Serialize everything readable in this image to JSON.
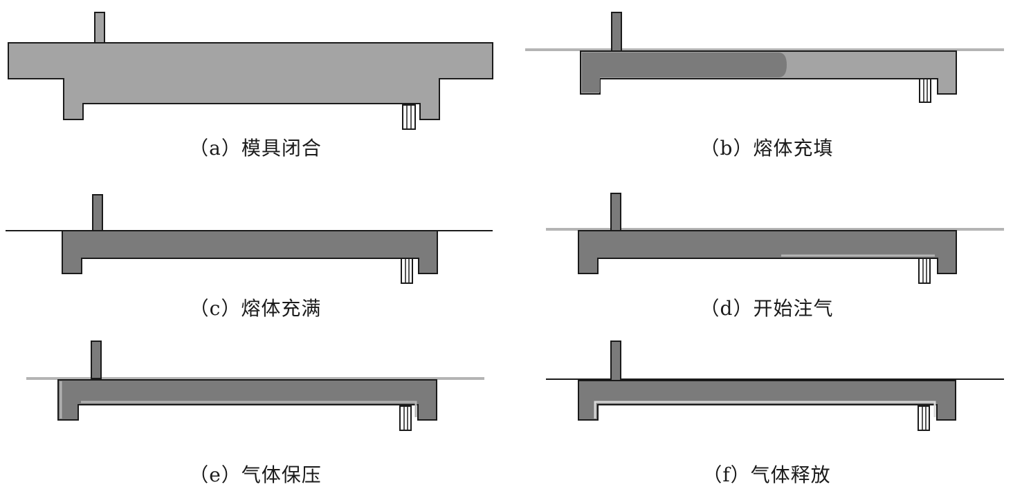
{
  "captions": {
    "a": "（a）模具闭合",
    "b": "（b）熔体充填",
    "c": "（c）熔体充满",
    "d": "（d）开始注气",
    "e": "（e）气体保压",
    "f": "（f）气体释放"
  },
  "colors": {
    "light_fill": "#a4a4a4",
    "melt_fill": "#7b7b7b",
    "gas_line": "#b4b4b4",
    "outline": "#1a1a1a",
    "background": "#ffffff"
  }
}
